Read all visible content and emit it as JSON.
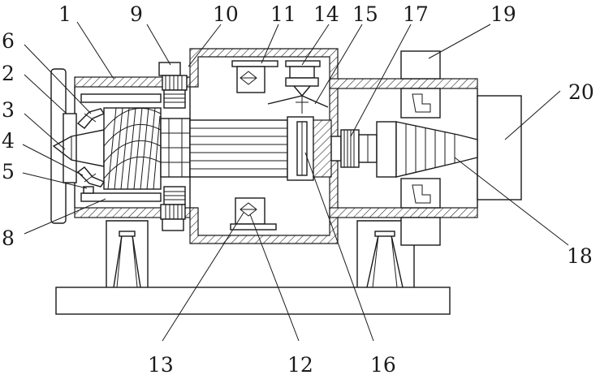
{
  "figure": {
    "labels": [
      {
        "id": "l1",
        "text": "1"
      },
      {
        "id": "l2",
        "text": "2"
      },
      {
        "id": "l3",
        "text": "3"
      },
      {
        "id": "l4",
        "text": "4"
      },
      {
        "id": "l5",
        "text": "5"
      },
      {
        "id": "l6",
        "text": "6"
      },
      {
        "id": "l8",
        "text": "8"
      },
      {
        "id": "l9",
        "text": "9"
      },
      {
        "id": "l10",
        "text": "10"
      },
      {
        "id": "l11",
        "text": "11"
      },
      {
        "id": "l12",
        "text": "12"
      },
      {
        "id": "l13",
        "text": "13"
      },
      {
        "id": "l14",
        "text": "14"
      },
      {
        "id": "l15",
        "text": "15"
      },
      {
        "id": "l16",
        "text": "16"
      },
      {
        "id": "l17",
        "text": "17"
      },
      {
        "id": "l18",
        "text": "18"
      },
      {
        "id": "l19",
        "text": "19"
      },
      {
        "id": "l20",
        "text": "20"
      }
    ]
  }
}
